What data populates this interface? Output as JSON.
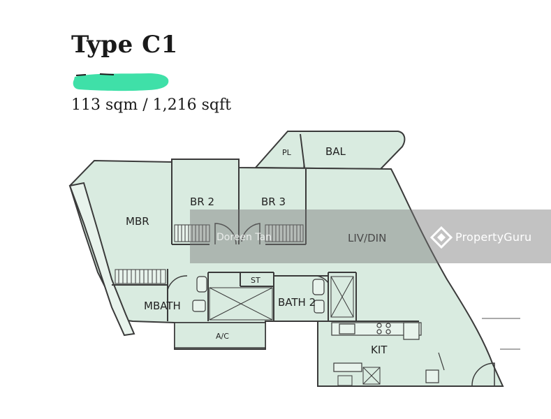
{
  "header": {
    "title": "Type C1",
    "area": "113 sqm / 1,216 sqft"
  },
  "rooms": {
    "pl": "PL",
    "bal": "BAL",
    "mbr": "MBR",
    "br2": "BR 2",
    "br3": "BR 3",
    "livdin": "LIV/DIN",
    "st": "ST",
    "mbath": "MBATH",
    "bath2": "BATH 2",
    "ac": "A/C",
    "kit": "KIT"
  },
  "watermark": {
    "author": "Doreen Tan",
    "brand": "PropertyGuru",
    "logo_icon": "propertyguru-logo-icon"
  },
  "colors": {
    "floor_fill": "#d9ebe0",
    "wall": "#3a3a3a",
    "redaction": "#3fe0a8",
    "watermark_band": "#787878"
  }
}
